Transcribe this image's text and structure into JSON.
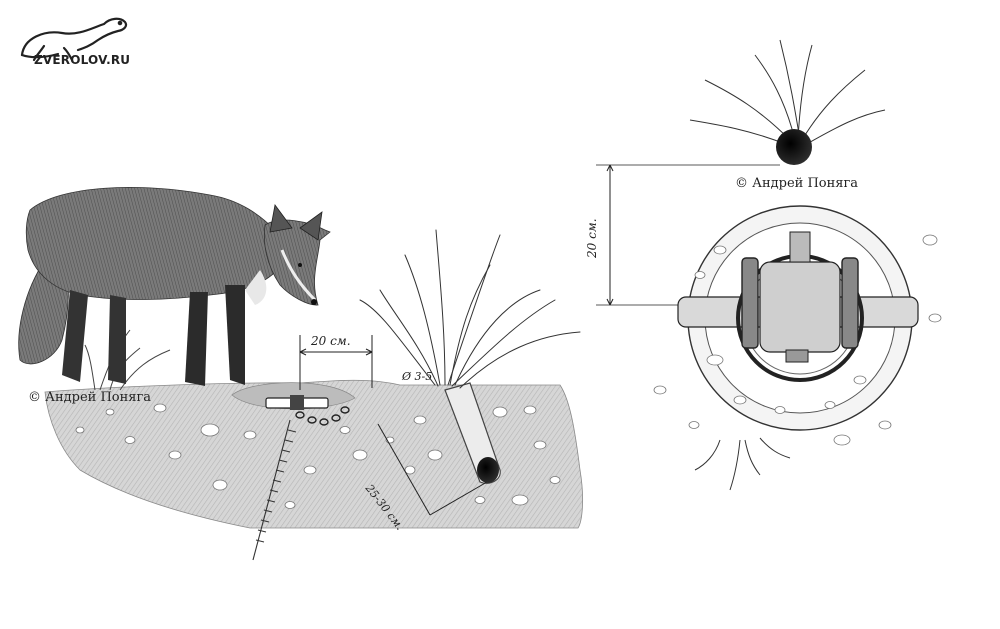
{
  "logo": {
    "text": "ZVEROLOV.RU",
    "icon": "ferret-icon"
  },
  "copyright": {
    "left": "© Андрей Поняга",
    "right": "© Андрей Поняга"
  },
  "dimensions": {
    "trap_to_burrow": "20 см.",
    "burrow_diameter": "Ø 3-5",
    "burrow_depth": "25-30 см.",
    "plan_distance": "20 см."
  },
  "colors": {
    "ink": "#222222",
    "soil": "#cfcfcf",
    "soil_dark": "#9a9a9a",
    "fox_fur": "#6d6d6d"
  }
}
